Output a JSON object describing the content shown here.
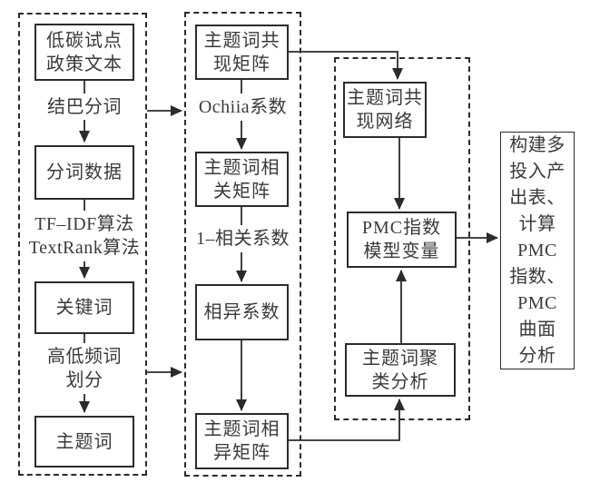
{
  "colors": {
    "line": "#2b2b2b",
    "text": "#3a3a3a",
    "background": "#ffffff"
  },
  "left_column": {
    "boxes": [
      "低碳试点\n政策文本",
      "分词数据",
      "关键词",
      "主题词"
    ],
    "edge_labels": [
      "结巴分词",
      "TF–IDF算法\nTextRank算法",
      "高低频词\n划分"
    ]
  },
  "middle_column": {
    "boxes": [
      "主题词共\n现矩阵",
      "主题词相\n关矩阵",
      "相异系数",
      "主题词相\n异矩阵"
    ],
    "edge_labels": [
      "Ochiia系数",
      "1–相关系数"
    ]
  },
  "right_column": {
    "boxes": [
      "主题词共\n现网络",
      "PMC指数\n模型变量",
      "主题词聚\n类分析"
    ]
  },
  "output_box": {
    "label": "构建多\n投入产\n出表、\n计算\nPMC\n指数、\nPMC\n曲面\n分析"
  }
}
